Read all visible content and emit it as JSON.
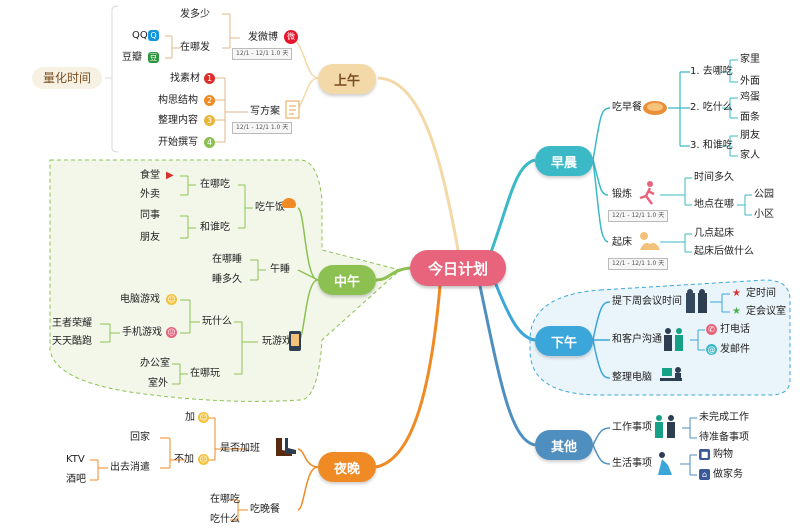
{
  "center": "今日计划",
  "morning": {
    "label": "早晨",
    "breakfast": "吃早餐",
    "where": "1. 去哪吃",
    "where_opts": [
      "家里",
      "外面"
    ],
    "what": "2. 吃什么",
    "what_opts": [
      "鸡蛋",
      "面条"
    ],
    "with": "3. 和谁吃",
    "with_opts": [
      "朋友",
      "家人"
    ],
    "exercise": "锻炼",
    "ex_opts": [
      "时间多久",
      "地点在哪"
    ],
    "place_opts": [
      "公园",
      "小区"
    ],
    "getup": "起床",
    "getup_opts": [
      "几点起床",
      "起床后做什么"
    ]
  },
  "afternoon": {
    "label": "下午",
    "meeting": "提下周会议时间",
    "meeting_opts": [
      "定时间",
      "定会议室"
    ],
    "client": "和客户沟通",
    "client_opts": [
      "打电话",
      "发邮件"
    ],
    "tidy": "整理电脑"
  },
  "other": {
    "label": "其他",
    "work": "工作事项",
    "work_opts": [
      "未完成工作",
      "待准备事项"
    ],
    "life": "生活事项",
    "life_opts": [
      "购物",
      "做家务"
    ]
  },
  "forenoon": {
    "label": "上午",
    "weibo": "发微博",
    "weibo_opts": [
      "发多少",
      "在哪发"
    ],
    "apps": [
      "QQ",
      "豆瓣"
    ],
    "plan": "写方案",
    "plan_steps": [
      "找素材",
      "构思结构",
      "整理内容",
      "开始撰写"
    ],
    "quantify": "量化时间"
  },
  "noon": {
    "label": "中午",
    "lunch": "吃午饭",
    "lunch_where": "在哪吃",
    "lunch_where_opts": [
      "食堂",
      "外卖"
    ],
    "lunch_with": "和谁吃",
    "lunch_with_opts": [
      "同事",
      "朋友"
    ],
    "nap": "午睡",
    "nap_opts": [
      "在哪睡",
      "睡多久"
    ],
    "game": "玩游戏",
    "game_what": "玩什么",
    "game_where": "在哪玩",
    "pc_game": "电脑游戏",
    "phone_game": "手机游戏",
    "phone_games": [
      "王者荣耀",
      "天天酷跑"
    ],
    "game_place_opts": [
      "办公室",
      "室外"
    ]
  },
  "evening": {
    "label": "夜晚",
    "overtime": "是否加班",
    "ot_yes": "加",
    "ot_no": "不加",
    "go_home": "回家",
    "go_out": "出去消遣",
    "out_opts": [
      "KTV",
      "酒吧"
    ],
    "dinner": "吃晚餐",
    "dinner_opts": [
      "在哪吃",
      "吃什么"
    ]
  },
  "date_text": "12/1 - 12/1 1.0 天",
  "colors": {
    "center": "#e8637c",
    "morning": "#3bb9c7",
    "afternoon": "#3ba6d9",
    "other": "#4f8fbf",
    "forenoon": "#f3d9a8",
    "noon": "#8cc152",
    "evening": "#f08a24"
  }
}
